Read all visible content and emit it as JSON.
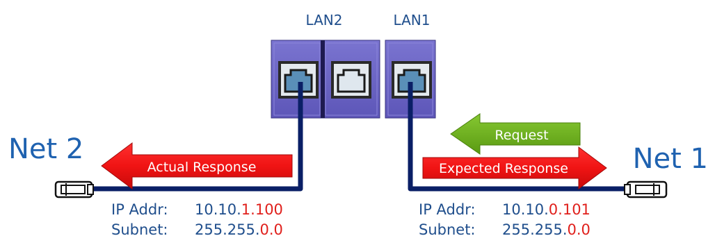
{
  "ports": {
    "lan2_label": "LAN2",
    "lan1_label": "LAN1"
  },
  "net2": {
    "title": "Net 2",
    "response_label": "Actual Response",
    "ip_label": "IP Addr:",
    "ip_prefix": "10.10.",
    "ip_highlight": "1.100",
    "subnet_label": "Subnet:",
    "subnet_prefix": "255.255.",
    "subnet_highlight": "0.0"
  },
  "net1": {
    "title": "Net 1",
    "request_label": "Request",
    "response_label": "Expected Response",
    "ip_label": "IP Addr:",
    "ip_prefix": "10.10.",
    "ip_highlight": "0.101",
    "subnet_label": "Subnet:",
    "subnet_prefix": "255.255.",
    "subnet_highlight": "0.0"
  },
  "colors": {
    "text_blue": "#1f4e8c",
    "title_blue": "#1f62b0",
    "highlight_red": "#e0201c",
    "cable_navy": "#0a1f66",
    "port_purple": "#6b64c4",
    "arrow_red": "#f01414",
    "arrow_green": "#6fb21c"
  },
  "icons": {
    "port": "ethernet-port-icon",
    "plug": "rj45-plug-icon",
    "arrow": "arrow-icon"
  }
}
